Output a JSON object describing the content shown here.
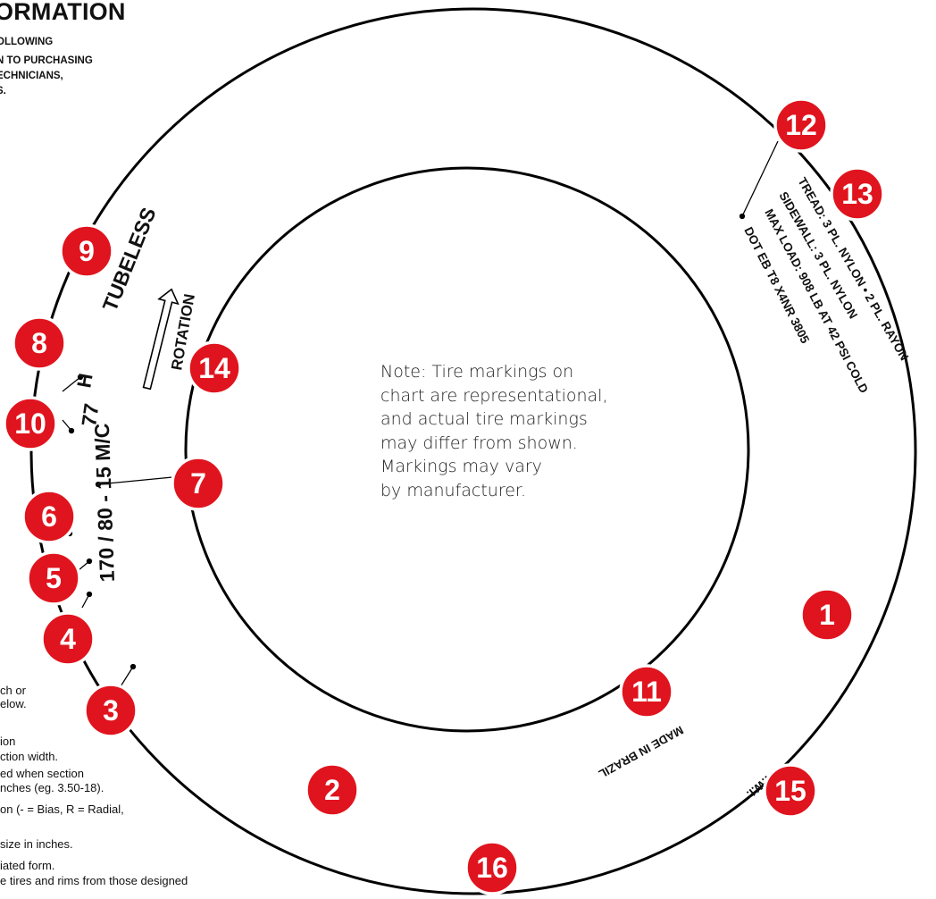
{
  "header": {
    "title": "ORMATION",
    "lines": [
      "OLLOWING",
      "N TO PURCHASING",
      "ECHNICIANS,",
      "S."
    ]
  },
  "note": {
    "lines": [
      "Note: Tire markings on",
      "chart are representational,",
      "and actual tire markings",
      "may differ from shown.",
      "Markings may vary",
      "by manufacturer."
    ]
  },
  "legend_fragments": [
    "ch or",
    "elow.",
    "ion",
    "ction width.",
    "ed when section",
    "nches (eg. 3.50-18).",
    "on (- = Bias, R = Radial,",
    "size in inches.",
    "iated form.",
    "e tires and rims from those designed"
  ],
  "markings": {
    "tubeless": "TUBELESS",
    "rotation": "ROTATION",
    "speed": "H",
    "load": "77",
    "size": "170 / 80 - 15 M/C",
    "made_in": "MADE IN BRAZIL",
    "twi": "T.W.I.",
    "tread": "TREAD: 3 PL. NYLON • 2 PL. RAYON",
    "sidewall": "SIDEWALL: 3 PL. NYLON",
    "max_load": "MAX LOAD: 908 LB  AT 42 PSI COLD",
    "dot": "DOT  EB  T8  X4NR  3805"
  },
  "badges": [
    "1",
    "2",
    "3",
    "4",
    "5",
    "6",
    "7",
    "8",
    "9",
    "10",
    "11",
    "12",
    "13",
    "14",
    "15",
    "16"
  ],
  "colors": {
    "badge": "#e0141e",
    "ring": "#000000",
    "text": "#111111"
  }
}
